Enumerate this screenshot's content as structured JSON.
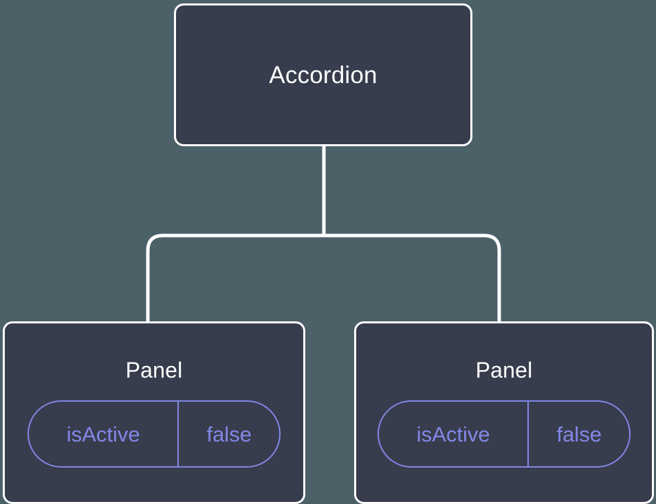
{
  "diagram": {
    "type": "component-tree",
    "background_color": "#4c6068",
    "node_fill_color": "#373d4c",
    "node_border_color": "#ffffff",
    "node_label_color": "#ffffff",
    "state_accent_color": "#8287e8",
    "edge_color": "#ffffff",
    "nodes": [
      {
        "id": "root",
        "label": "Accordion",
        "role": "parent-component",
        "state": null
      },
      {
        "id": "panel-1",
        "label": "Panel",
        "role": "child-component",
        "state": {
          "key": "isActive",
          "value": "false"
        }
      },
      {
        "id": "panel-2",
        "label": "Panel",
        "role": "child-component",
        "state": {
          "key": "isActive",
          "value": "false"
        }
      }
    ],
    "edges": [
      {
        "from": "root",
        "to": "panel-1"
      },
      {
        "from": "root",
        "to": "panel-2"
      }
    ]
  }
}
